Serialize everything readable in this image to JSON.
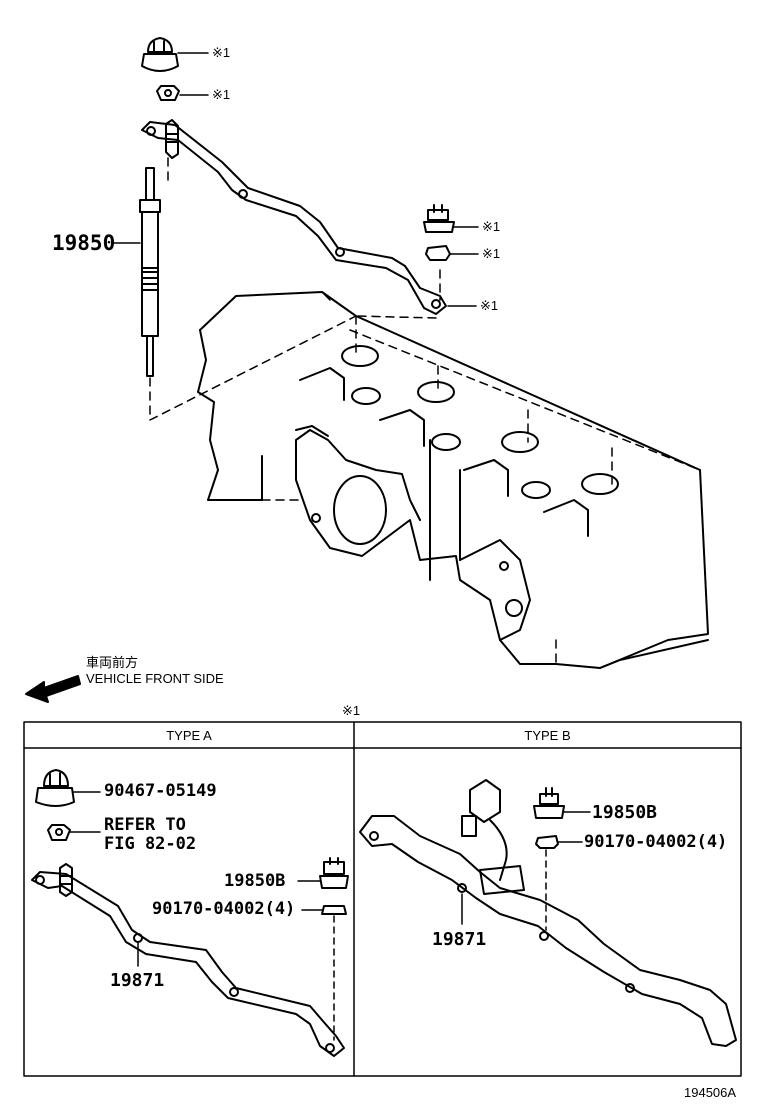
{
  "callouts": {
    "glow_plug": "19850",
    "note_mark": "※1",
    "note_table_mark": "※1",
    "front_jp": "車両前方",
    "front_en": "VEHICLE FRONT SIDE",
    "figure_id": "194506A"
  },
  "table": {
    "type_a": {
      "header": "TYPE A",
      "cap": "90467-05149",
      "refer_line1": "REFER TO",
      "refer_line2": "FIG 82-02",
      "terminal": "19850B",
      "nut": "90170-04002(4)",
      "busbar": "19871"
    },
    "type_b": {
      "header": "TYPE B",
      "terminal": "19850B",
      "nut": "90170-04002(4)",
      "busbar": "19871"
    }
  }
}
